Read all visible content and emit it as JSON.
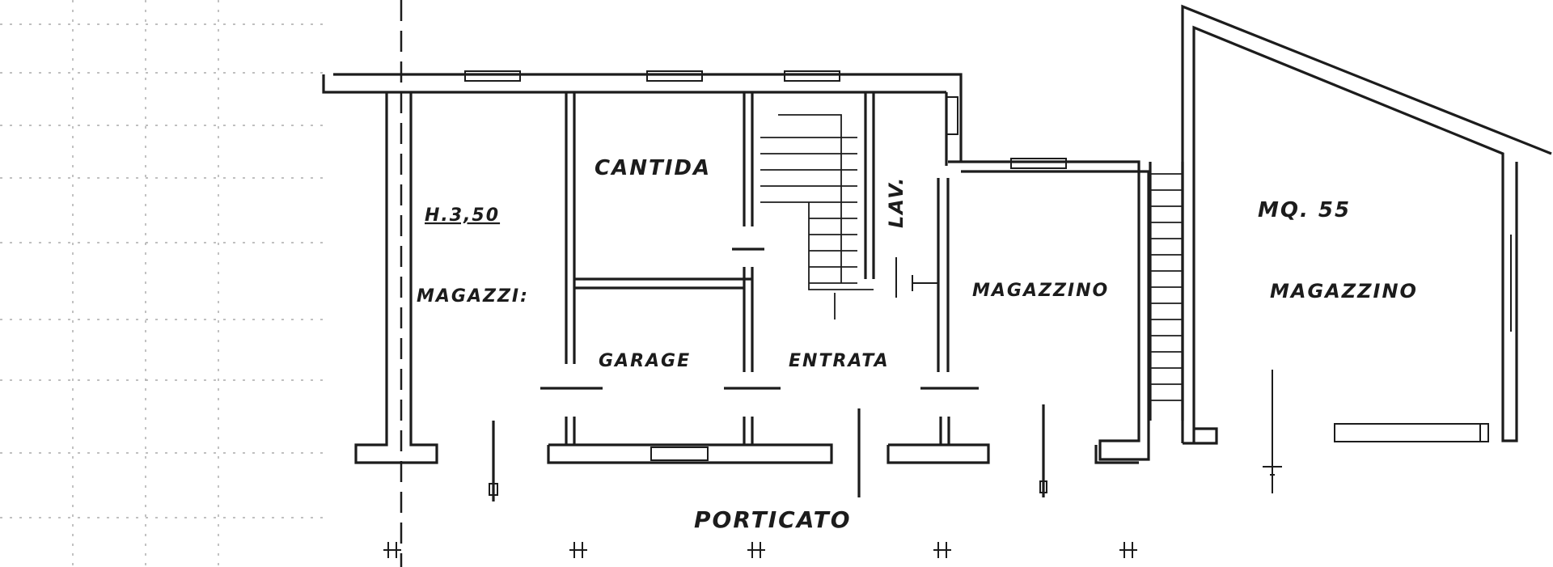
{
  "plan": {
    "labels": {
      "cantina": "CANTIDA",
      "height": "H.3,50",
      "magazzino_left": "MAGAZZI:",
      "lavanderia": "LAV.",
      "magazzino_center": "MAGAZZINO",
      "area": "MQ. 55",
      "magazzino_right": "MAGAZZINO",
      "garage": "GARAGE",
      "entrata": "ENTRATA",
      "porticato": "PORTICATO"
    }
  }
}
